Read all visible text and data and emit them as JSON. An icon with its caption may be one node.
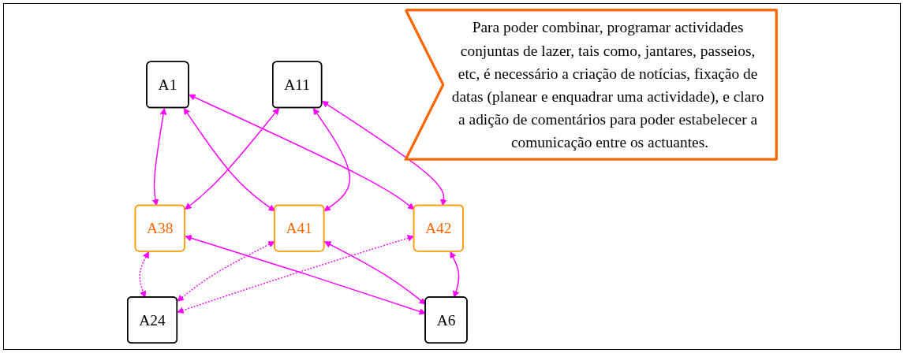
{
  "diagram": {
    "nodes": [
      {
        "text": [
          "A1"
        ]
      },
      {
        "text": [
          "A11"
        ]
      },
      {
        "text": [
          "Para poder combinar, programar actividades conjuntas de lazer, tais como, jantares, passeios, etc, é necessário a criação de notícias, fixação de datas (planear e enquadrar uma actividade), e claro a adição de comentários para poder estabelecer a comunicação entre os actuantes."
        ]
      },
      {
        "text": [
          "A38"
        ]
      },
      {
        "text": [
          "A41"
        ]
      },
      {
        "text": [
          "A42"
        ]
      },
      {
        "text": [
          "A24"
        ]
      },
      {
        "text": [
          "A6"
        ]
      }
    ],
    "edges": [
      {
        "from": 0,
        "to": 3,
        "arrow": "both"
      },
      {
        "from": 0,
        "to": 4,
        "arrow": "both"
      },
      {
        "from": 0,
        "to": 5,
        "arrow": "both"
      },
      {
        "from": 1,
        "to": 3,
        "arrow": "both"
      },
      {
        "from": 1,
        "to": 4,
        "arrow": "both"
      },
      {
        "from": 1,
        "to": 5,
        "arrow": "both"
      },
      {
        "from": 3,
        "to": 6,
        "arrow": "both",
        "style": "dashed"
      },
      {
        "from": 4,
        "to": 6,
        "arrow": "both",
        "style": "dashed"
      },
      {
        "from": 5,
        "to": 6,
        "arrow": "both",
        "style": "dashed"
      },
      {
        "from": 3,
        "to": 7,
        "arrow": "both"
      },
      {
        "from": 4,
        "to": 7,
        "arrow": "both"
      },
      {
        "from": 5,
        "to": 7,
        "arrow": "both"
      }
    ]
  }
}
